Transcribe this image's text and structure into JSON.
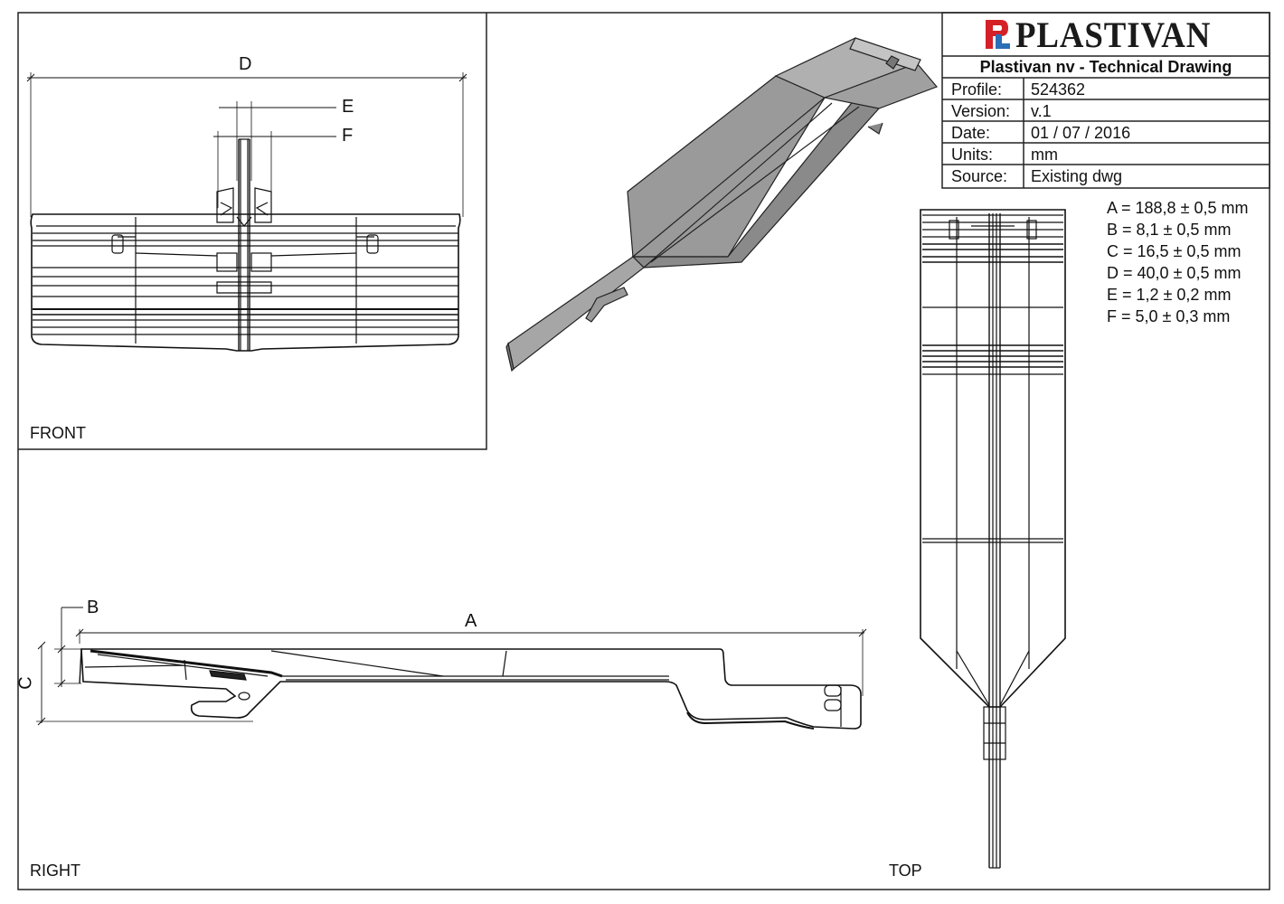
{
  "title_block": {
    "brand": "PLASTIVAN",
    "subtitle": "Plastivan nv - Technical Drawing",
    "rows": [
      {
        "key": "Profile:",
        "value": "524362"
      },
      {
        "key": "Version:",
        "value": "v.1"
      },
      {
        "key": "Date:",
        "value": "01 / 07 / 2016"
      },
      {
        "key": "Units:",
        "value": "mm"
      },
      {
        "key": "Source:",
        "value": "Existing dwg"
      }
    ],
    "colors": {
      "logo_red": "#d42027",
      "logo_blue": "#2b6fb6"
    }
  },
  "dimensions": [
    "A = 188,8 ± 0,5 mm",
    "B = 8,1 ± 0,5 mm",
    "C = 16,5 ± 0,5 mm",
    "D = 40,0 ± 0,5 mm",
    "E = 1,2 ± 0,2 mm",
    "F = 5,0 ± 0,3 mm"
  ],
  "views": {
    "front": "FRONT",
    "right": "RIGHT",
    "top": "TOP"
  },
  "dim_letters": {
    "a": "A",
    "b": "B",
    "c": "C",
    "d": "D",
    "e": "E",
    "f": "F"
  }
}
